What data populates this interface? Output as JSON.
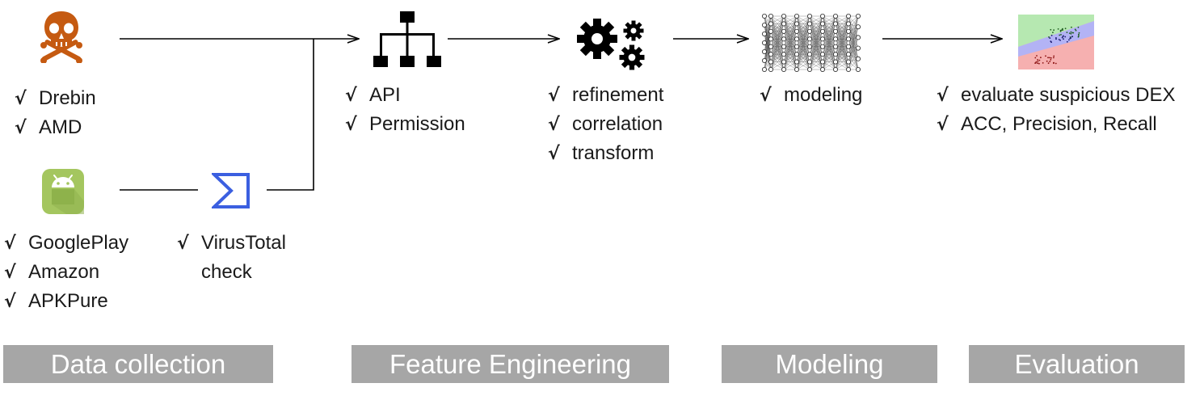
{
  "sources": {
    "malware": {
      "icon": "skull-crossbones-icon",
      "items": [
        "Drebin",
        "AMD"
      ]
    },
    "benign": {
      "icon": "android-icon",
      "items": [
        "GooglePlay",
        "Amazon",
        "APKPure"
      ]
    },
    "virustotal": {
      "icon": "virustotal-sigma-icon",
      "line1": "VirusTotal",
      "line2": "check"
    }
  },
  "extraction": {
    "icon": "hierarchy-icon",
    "items": [
      "API",
      "Permission"
    ]
  },
  "processing": {
    "icon": "gears-icon",
    "items": [
      "refinement",
      "correlation",
      "transform"
    ]
  },
  "model": {
    "icon": "neural-network-icon",
    "items": [
      "modeling"
    ]
  },
  "evaluation": {
    "icon": "classification-plot-icon",
    "items": [
      "evaluate suspicious DEX",
      "ACC, Precision, Recall"
    ]
  },
  "check_mark": "√",
  "stages": [
    {
      "label": "Data collection"
    },
    {
      "label": "Feature Engineering"
    },
    {
      "label": "Modeling"
    },
    {
      "label": "Evaluation"
    }
  ],
  "colors": {
    "skull": "#c55a11",
    "android": "#a4c65f",
    "virustotal": "#3b5fe0",
    "banner": "#a6a6a6",
    "plot_green": "#b6e8b1",
    "plot_blue": "#b3b3f5",
    "plot_red": "#f6b0b0"
  }
}
